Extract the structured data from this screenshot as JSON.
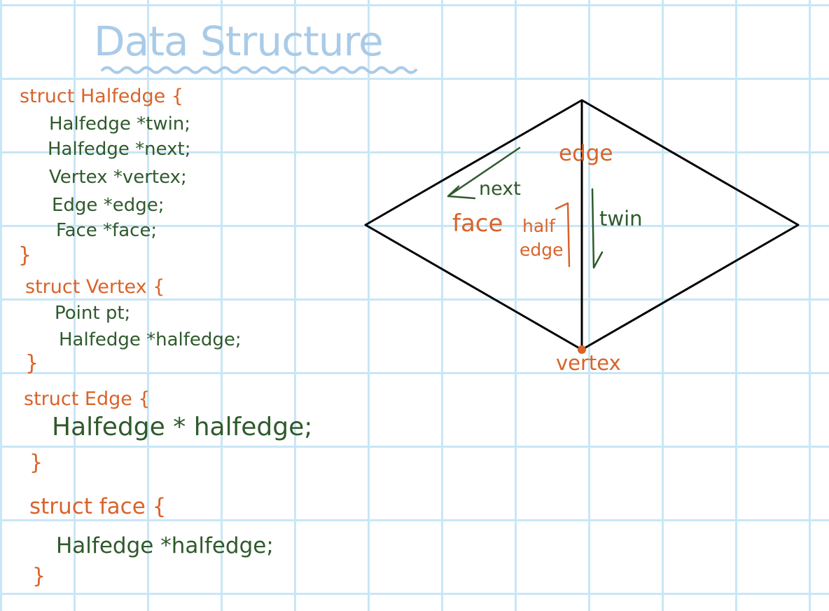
{
  "title": "Data Structure",
  "code": {
    "halfedge_struct": {
      "header": "struct Halfedge {",
      "fields": [
        "Halfedge *twin;",
        "Halfedge *next;",
        "Vertex *vertex;",
        "Edge *edge;",
        "Face *face;"
      ],
      "close": "}"
    },
    "vertex_struct": {
      "header": "struct Vertex {",
      "fields": [
        "Point pt;",
        "Halfedge *halfedge;"
      ],
      "close": "}"
    },
    "edge_struct": {
      "header": "struct Edge {",
      "fields": [
        "Halfedge * halfedge;"
      ],
      "close": "}"
    },
    "face_struct": {
      "header": "struct face {",
      "fields": [
        "Halfedge *halfedge;"
      ],
      "close": "}"
    }
  },
  "diagram": {
    "labels": {
      "edge": "edge",
      "next": "next",
      "face": "face",
      "half": "half",
      "edge2": "edge",
      "twin": "twin",
      "vertex": "vertex"
    }
  },
  "colors": {
    "grid": "#c9e6f6",
    "title": "#a9cbe8",
    "keyword": "#d9632a",
    "field": "#2f5a2c",
    "line": "#000000"
  }
}
